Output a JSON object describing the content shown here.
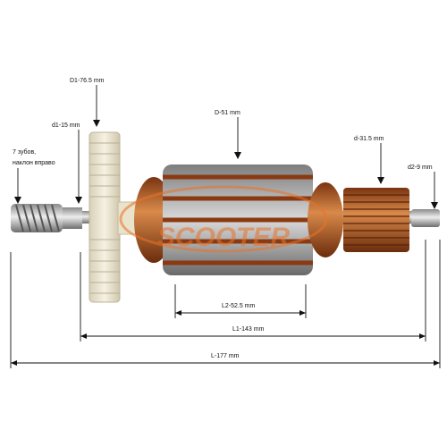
{
  "labels": {
    "d1_outer": "D1-76.5 mm",
    "d1_inner": "d1-15 mm",
    "teeth_line1": "7 зубов,",
    "teeth_line2": "наклон вправо",
    "d_core": "D-51 mm",
    "d_commutator": "d-31.5 mm",
    "d2": "d2-9 mm",
    "l2": "L2-52.5 mm",
    "l1": "L1-143 mm",
    "l_total": "L-177 mm"
  },
  "watermark": "SCOOTER",
  "colors": {
    "copper": "#b5651d",
    "copper_dark": "#7a3410",
    "steel": "#cfcfcf",
    "fan": "#efe8d2",
    "watermark": "#e8732a"
  }
}
